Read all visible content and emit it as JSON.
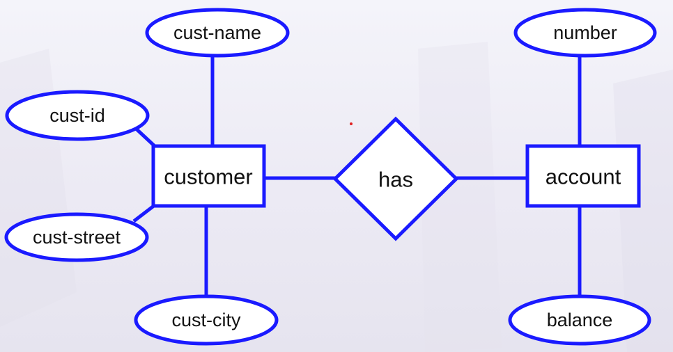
{
  "colors": {
    "stroke": "#1a1aff",
    "fill": "#ffffff",
    "text": "#111111"
  },
  "entities": {
    "customer": "customer",
    "account": "account"
  },
  "relationship": {
    "has": "has"
  },
  "attributes": {
    "cust_name": "cust-name",
    "cust_id": "cust-id",
    "cust_street": "cust-street",
    "cust_city": "cust-city",
    "number": "number",
    "balance": "balance"
  }
}
